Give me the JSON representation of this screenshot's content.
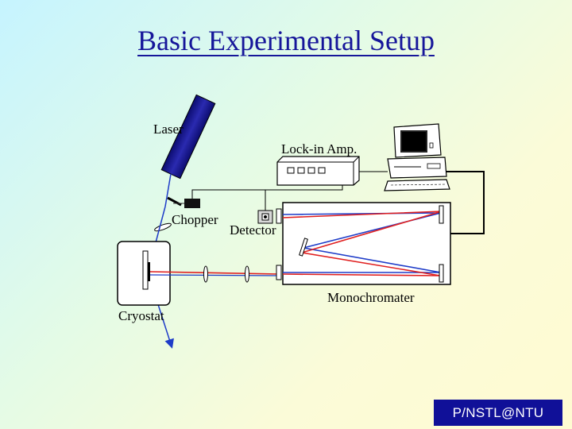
{
  "title": "Basic Experimental Setup",
  "labels": {
    "laser": "Laser",
    "lockin": "Lock-in Amp.",
    "chopper": "Chopper",
    "detector": "Detector",
    "monochromater": "Monochromater",
    "cryostat": "Cryostat"
  },
  "footer": "P/NSTL@NTU",
  "colors": {
    "title": "#16169a",
    "blue_beam": "#1e3cc8",
    "red_beam": "#e02020",
    "laser_body": "#17178c",
    "footer_bg": "#101098"
  }
}
